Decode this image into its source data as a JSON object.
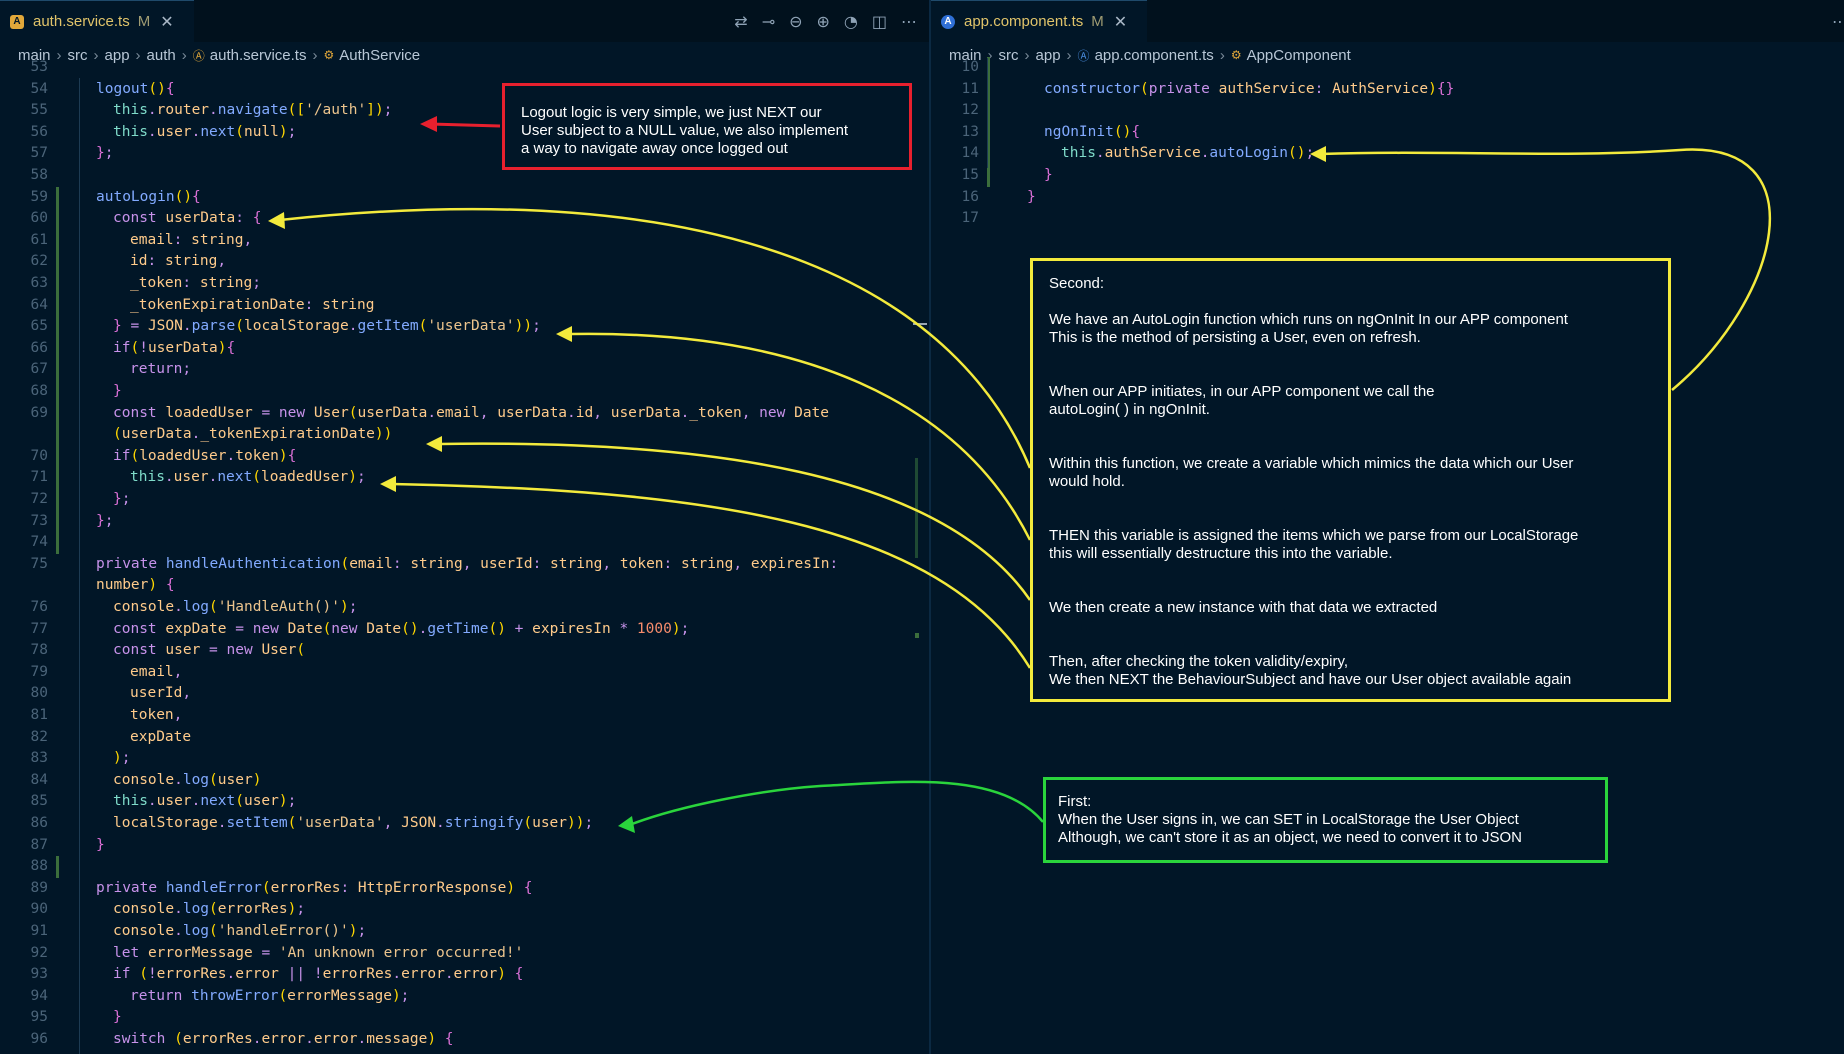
{
  "left": {
    "tab": {
      "icon": "angular-icon",
      "name": "auth.service.ts",
      "modified": "M"
    },
    "actions": [
      "git-compare-icon",
      "commit-icon",
      "previous-change-icon",
      "next-change-icon",
      "timeline-icon",
      "split-editor-icon",
      "more-icon"
    ],
    "breadcrumb": [
      "main",
      "src",
      "app",
      "auth",
      "auth.service.ts",
      "AuthService"
    ],
    "lines": [
      {
        "n": "53",
        "code": ""
      },
      {
        "n": "54",
        "code": "logout(){"
      },
      {
        "n": "55",
        "code": "this.router.navigate(['/auth']);"
      },
      {
        "n": "56",
        "code": "this.user.next(null);"
      },
      {
        "n": "57",
        "code": "};"
      },
      {
        "n": "58",
        "code": ""
      },
      {
        "n": "59",
        "code": "autoLogin(){"
      },
      {
        "n": "60",
        "code": "const userData: {"
      },
      {
        "n": "61",
        "code": "email: string,"
      },
      {
        "n": "62",
        "code": "id: string,"
      },
      {
        "n": "63",
        "code": "_token: string;"
      },
      {
        "n": "64",
        "code": "_tokenExpirationDate: string"
      },
      {
        "n": "65",
        "code": "} = JSON.parse(localStorage.getItem('userData'));"
      },
      {
        "n": "66",
        "code": "if(!userData){"
      },
      {
        "n": "67",
        "code": "return;"
      },
      {
        "n": "68",
        "code": "}"
      },
      {
        "n": "69",
        "code": "const loadedUser = new User(userData.email, userData.id, userData._token, new Date"
      },
      {
        "n": "",
        "code": "(userData._tokenExpirationDate))"
      },
      {
        "n": "70",
        "code": "if(loadedUser.token){"
      },
      {
        "n": "71",
        "code": "this.user.next(loadedUser);"
      },
      {
        "n": "72",
        "code": "};"
      },
      {
        "n": "73",
        "code": "};"
      },
      {
        "n": "74",
        "code": ""
      },
      {
        "n": "75",
        "code": "private handleAuthentication(email: string, userId: string, token: string, expiresIn:"
      },
      {
        "n": "",
        "code": "number) {"
      },
      {
        "n": "76",
        "code": "console.log('HandleAuth()');"
      },
      {
        "n": "77",
        "code": "const expDate = new Date(new Date().getTime() + expiresIn * 1000);"
      },
      {
        "n": "78",
        "code": "const user = new User("
      },
      {
        "n": "79",
        "code": "email,"
      },
      {
        "n": "80",
        "code": "userId,"
      },
      {
        "n": "81",
        "code": "token,"
      },
      {
        "n": "82",
        "code": "expDate"
      },
      {
        "n": "83",
        "code": ");"
      },
      {
        "n": "84",
        "code": "console.log(user)"
      },
      {
        "n": "85",
        "code": "this.user.next(user);"
      },
      {
        "n": "86",
        "code": "localStorage.setItem('userData', JSON.stringify(user));"
      },
      {
        "n": "87",
        "code": "}"
      },
      {
        "n": "88",
        "code": ""
      },
      {
        "n": "89",
        "code": "private handleError(errorRes: HttpErrorResponse) {"
      },
      {
        "n": "90",
        "code": "console.log(errorRes);"
      },
      {
        "n": "91",
        "code": "console.log('handleError()');"
      },
      {
        "n": "92",
        "code": "let errorMessage = 'An unknown error occurred!'"
      },
      {
        "n": "93",
        "code": "if (!errorRes.error || !errorRes.error.error) {"
      },
      {
        "n": "94",
        "code": "return throwError(errorMessage);"
      },
      {
        "n": "95",
        "code": "}"
      },
      {
        "n": "96",
        "code": "switch (errorRes.error.error.message) {"
      }
    ]
  },
  "right": {
    "tab": {
      "icon": "angular-icon",
      "name": "app.component.ts",
      "modified": "M"
    },
    "actions": [
      "more-icon"
    ],
    "breadcrumb": [
      "main",
      "src",
      "app",
      "app.component.ts",
      "AppComponent"
    ],
    "lines": [
      {
        "n": "10",
        "code": ""
      },
      {
        "n": "11",
        "code": "constructor(private authService: AuthService){}"
      },
      {
        "n": "12",
        "code": ""
      },
      {
        "n": "13",
        "code": "ngOnInit(){"
      },
      {
        "n": "14",
        "code": "this.authService.autoLogin();"
      },
      {
        "n": "15",
        "code": "}"
      },
      {
        "n": "16",
        "code": "}"
      },
      {
        "n": "17",
        "code": ""
      }
    ]
  },
  "annotations": {
    "logout": "Logout logic is very simple, we just NEXT our\nUser subject to a NULL value, we also implement\na way to navigate away once logged out",
    "second": "Second:\n\nWe have an AutoLogin function which runs on ngOnInit In our APP component\nThis is the method of persisting a User, even on refresh.\n\n\nWhen our APP initiates, in our APP component we call the\nautoLogin( ) in ngOnInit.\n\n\nWithin this function, we create a variable which mimics the data which our User\nwould hold.\n\n\nTHEN this variable is assigned the items which we parse from our LocalStorage\nthis will essentially destructure this into the variable.\n\n\nWe then create a new instance with that data we extracted\n\n\nThen, after checking the token validity/expiry,\nWe then NEXT the BehaviourSubject and have our User object available again",
    "first": "First:\nWhen the User signs in, we can SET in LocalStorage the User Object\nAlthough, we can't store it as an object, we need to convert it to JSON"
  },
  "colors": {
    "red": "#e8202e",
    "yellow": "#f3ea3c",
    "green": "#2ad43c",
    "background": "#011627"
  }
}
